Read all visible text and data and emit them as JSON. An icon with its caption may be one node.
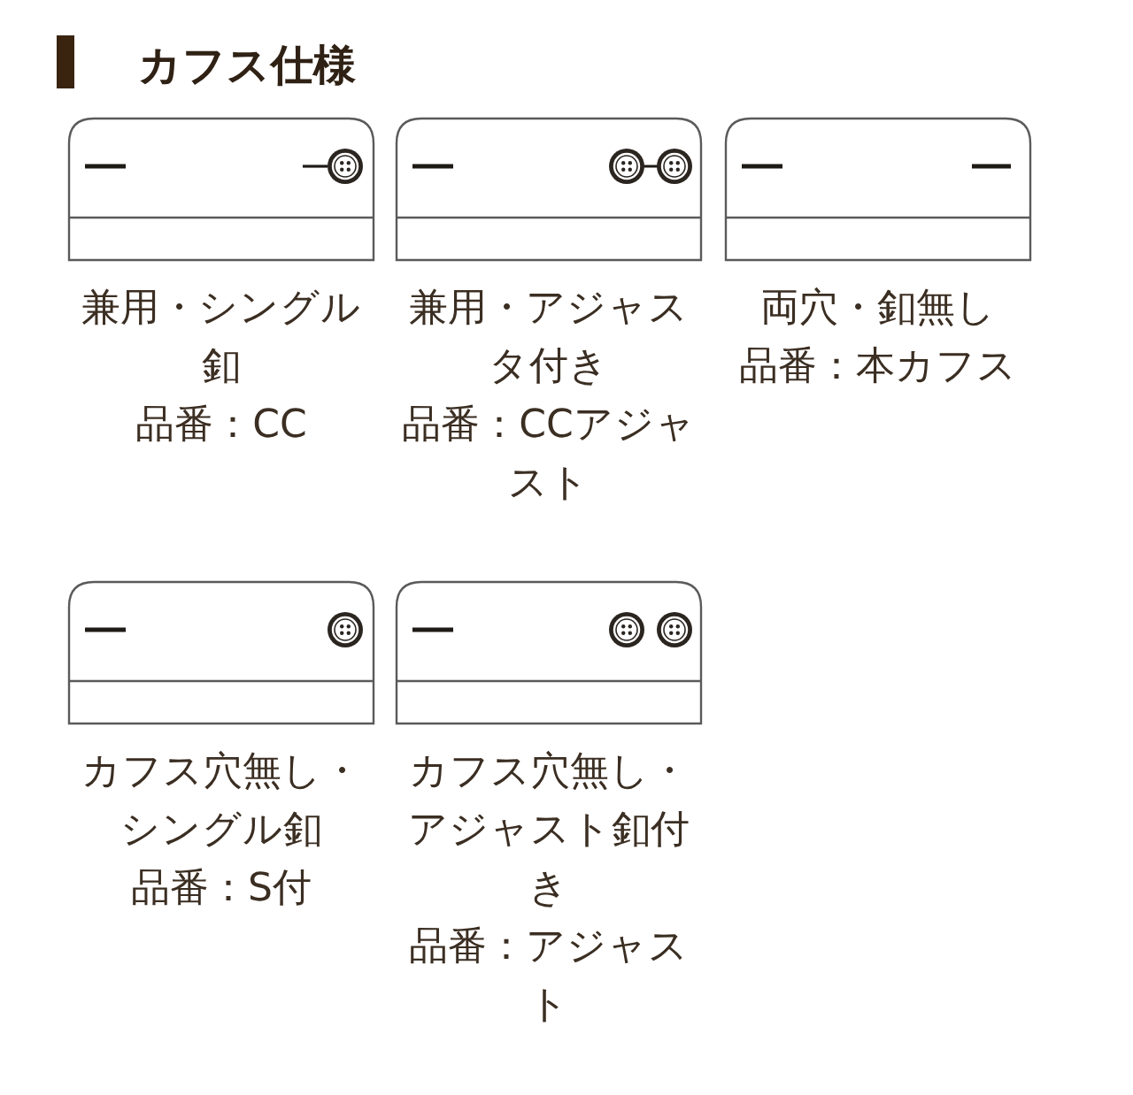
{
  "diagram": {
    "title": "カフス仕様",
    "nodes": [
      {
        "text": [],
        "shape": "picture",
        "beside": [
          "兼用・シングル釦",
          "品番：CC"
        ]
      },
      {
        "text": [],
        "shape": "picture",
        "beside": [
          "兼用・アジャスタ付き",
          "品番：CCアジャスト"
        ]
      },
      {
        "text": [],
        "shape": "picture",
        "beside": [
          "両穴・釦無し",
          "品番：本カフス"
        ]
      },
      {
        "text": [],
        "shape": "picture",
        "beside": [
          "カフス穴無し・シングル釦",
          "品番：S付"
        ]
      },
      {
        "text": [],
        "shape": "picture",
        "beside": [
          "カフス穴無し・アジャスト釦付き",
          "品番：アジャスト"
        ]
      }
    ],
    "edges": []
  }
}
